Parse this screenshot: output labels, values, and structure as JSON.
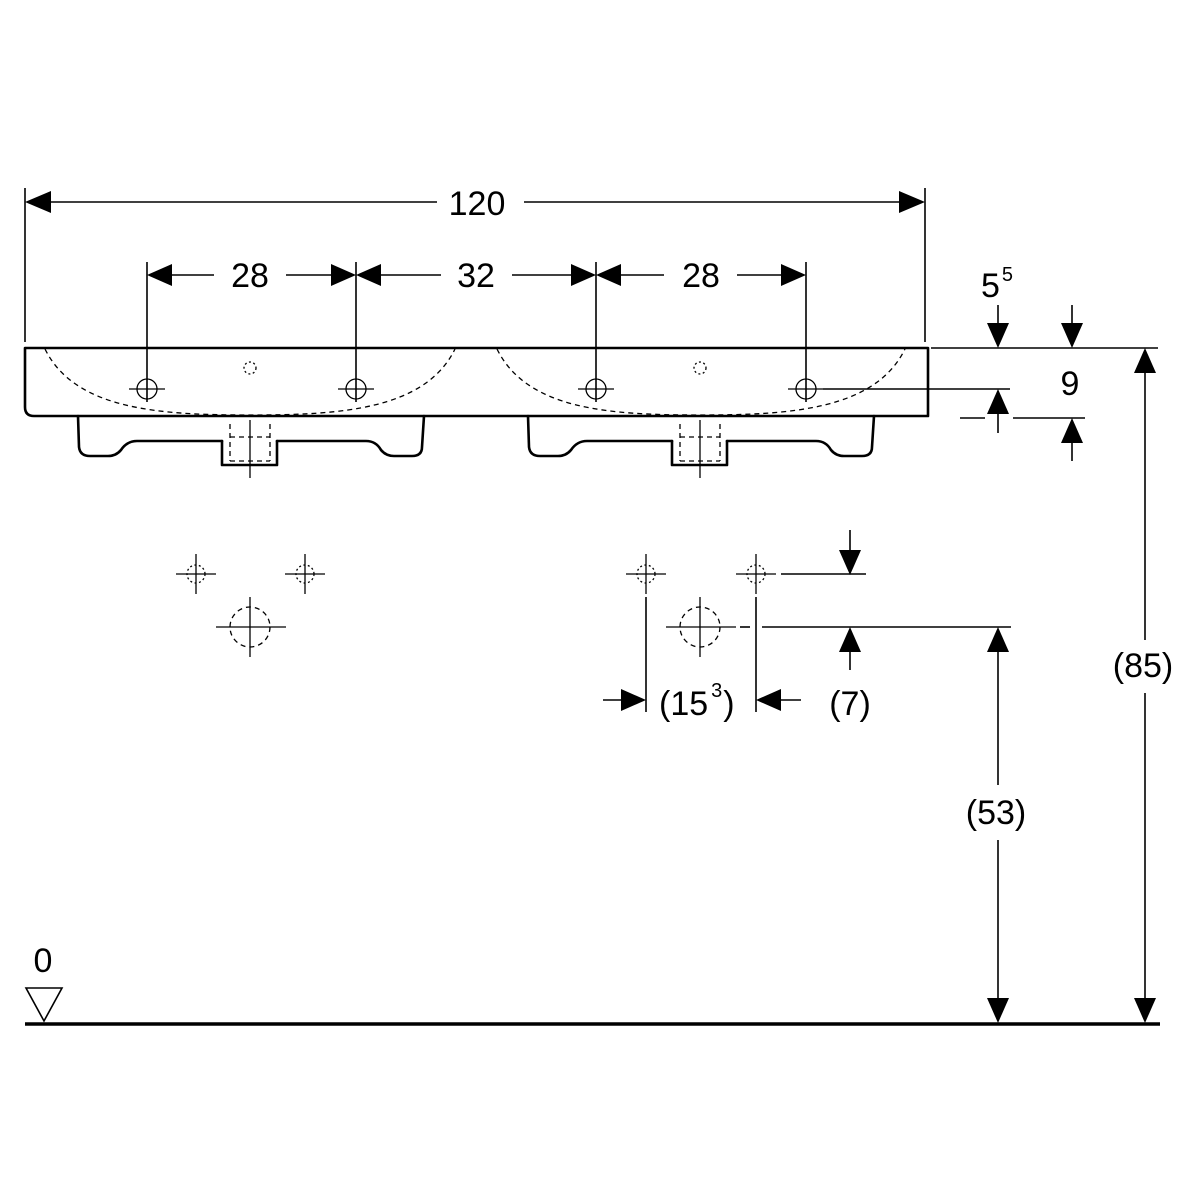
{
  "drawing": {
    "colors": {
      "line": "#000000",
      "background": "#ffffff"
    }
  },
  "dimensions": {
    "overall_width": "120",
    "tap_spacing_left": "28",
    "tap_spacing_middle": "32",
    "tap_spacing_right": "28",
    "tap_hole_depth": {
      "base": "5",
      "sup": "5"
    },
    "rim_thickness": "9",
    "fixing_spacing": {
      "open": "(15",
      "sup": "3",
      "close": ")"
    },
    "fixing_offset": "(7)",
    "fixing_height": "(53)",
    "rim_height": "(85)",
    "floor_level": "0"
  }
}
